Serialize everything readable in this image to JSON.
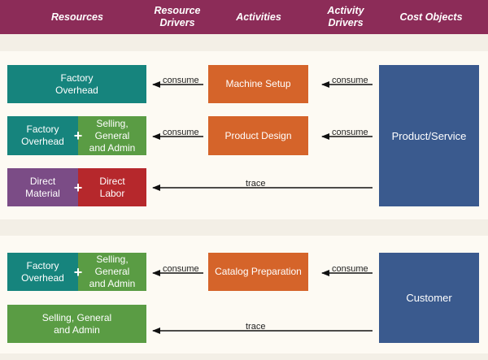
{
  "headers": {
    "resources": "Resources",
    "resource_drivers": "Resource\nDrivers",
    "activities": "Activities",
    "activity_drivers": "Activity\nDrivers",
    "cost_objects": "Cost Objects"
  },
  "boxes": {
    "factory_overhead_1": "Factory\nOverhead",
    "factory_overhead_2": "Factory\nOverhead",
    "sga_1": "Selling, General\nand Admin",
    "direct_material": "Direct\nMaterial",
    "direct_labor": "Direct\nLabor",
    "factory_overhead_3": "Factory\nOverhead",
    "sga_2": "Selling, General\nand Admin",
    "sga_3": "Selling, General\nand Admin",
    "machine_setup": "Machine Setup",
    "product_design": "Product Design",
    "catalog_preparation": "Catalog Preparation",
    "product_service": "Product/Service",
    "customer": "Customer"
  },
  "plus": "+",
  "arrow_labels": {
    "consume": "consume",
    "trace": "trace"
  },
  "colors": {
    "header": "#8c2c58",
    "teal": "#16847d",
    "green": "#5a9c44",
    "orange": "#d5642a",
    "purple": "#7b4c86",
    "red": "#b6282c",
    "navy": "#3a5a8e"
  }
}
